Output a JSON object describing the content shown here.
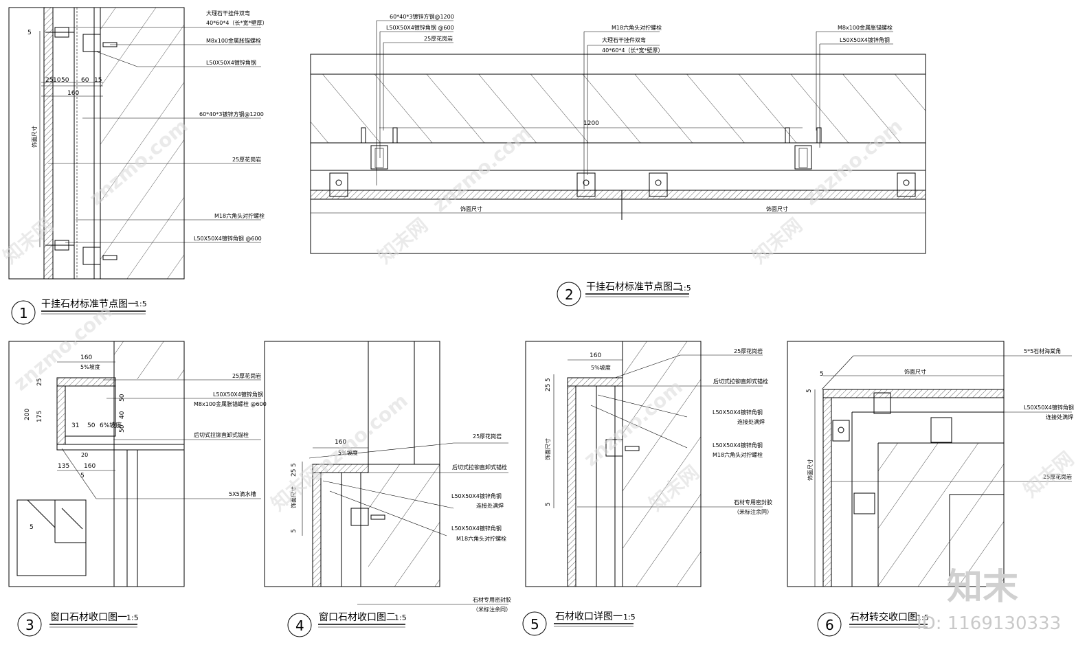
{
  "watermark": {
    "site": "znzmo.com",
    "brand": "知末网",
    "logo": "知末",
    "id": "ID: 1169130333"
  },
  "details": [
    {
      "number": "1",
      "title": "干挂石材标准节点图一",
      "scale": "1:5",
      "labels": [
        "大理石干挂件双弯",
        "40*60*4（长*宽*壁厚）",
        "M8x100金属胀锚螺栓",
        "L50X50X4镀锌角钢",
        "60*40*3镀锌方钢@1200",
        "25厚花岗岩",
        "M18六角头对拧螺栓",
        "L50X50X4镀锌角钢 @600"
      ],
      "dims": [
        "5",
        "25",
        "10",
        "50",
        "60",
        "15",
        "160",
        "饰面尺寸"
      ]
    },
    {
      "number": "2",
      "title": "干挂石材标准节点图二",
      "scale": "1:5",
      "labels": [
        "60*40*3镀锌方钢@1200",
        "L50X50X4镀锌角钢 @600",
        "25厚花岗岩",
        "M18六角头对拧螺栓",
        "大理石干挂件双弯",
        "40*60*4（长*宽*壁厚）",
        "M8x100金属胀锚螺栓",
        "L50X50X4镀锌角钢"
      ],
      "dims": [
        "1200",
        "饰面尺寸",
        "饰面尺寸"
      ]
    },
    {
      "number": "3",
      "title": "窗口石材收口图一",
      "scale": "1:5",
      "labels": [
        "25厚花岗岩",
        "L50X50X4镀锌角钢",
        "M8x100金属胀锚螺栓 @600",
        "后切式拉铆直卸式锚栓",
        "5X5滴水槽"
      ],
      "dims": [
        "160",
        "5%坡度",
        "25",
        "200",
        "175",
        "50",
        "40",
        "50",
        "31",
        "50",
        "6%坡度",
        "20",
        "135",
        "160",
        "5",
        "5"
      ]
    },
    {
      "number": "4",
      "title": "窗口石材收口图二",
      "scale": "1:5",
      "labels": [
        "25厚花岗岩",
        "后切式拉铆直卸式锚栓",
        "L50X50X4镀锌角钢",
        "连接处满焊",
        "L50X50X4镀锌角钢",
        "M18六角头对拧螺栓",
        "石材专用密封胶",
        "（米标注余同）"
      ],
      "dims": [
        "160",
        "5%坡度",
        "5",
        "25",
        "饰面尺寸",
        "5"
      ]
    },
    {
      "number": "5",
      "title": "石材收口详图一",
      "scale": "1:5",
      "labels": [
        "25厚花岗岩",
        "后切式拉铆直卸式锚栓",
        "L50X50X4镀锌角钢",
        "连接处满焊",
        "L50X50X4镀锌角钢",
        "M18六角头对拧螺栓",
        "石材专用密封胶",
        "（米标注余同）"
      ],
      "dims": [
        "160",
        "5%坡度",
        "5",
        "25",
        "饰面尺寸",
        "5"
      ]
    },
    {
      "number": "6",
      "title": "石材转交收口图",
      "scale": "1:5",
      "labels": [
        "5*5石材海棠角",
        "L50X50X4镀锌角钢",
        "连接处满焊",
        "25厚花岗岩"
      ],
      "dims": [
        "5",
        "5",
        "饰面尺寸",
        "饰面尺寸"
      ]
    }
  ]
}
